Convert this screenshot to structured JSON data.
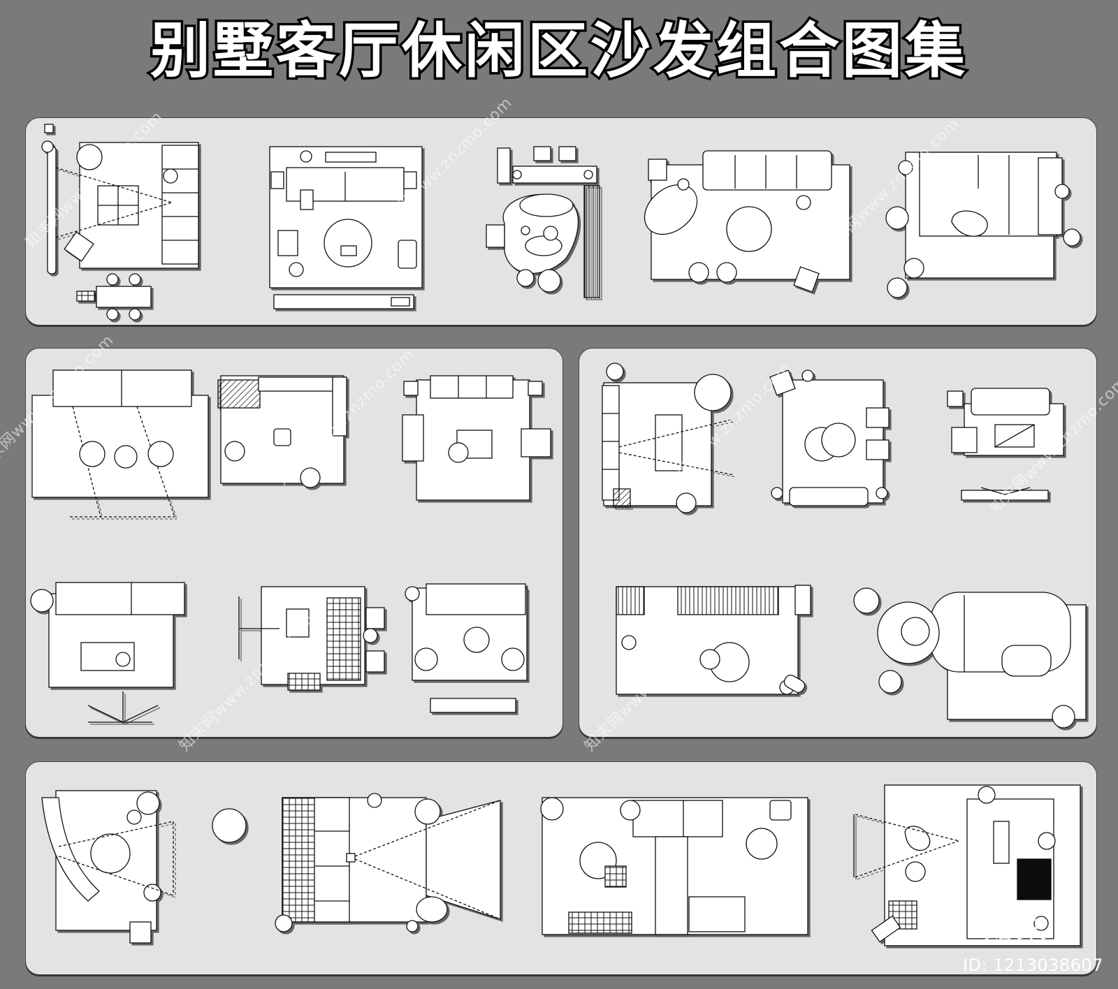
{
  "title": "别墅客厅休闲区沙发组合图集",
  "watermarks": [
    "知末网www.znzmo.com",
    "知末网www.znzmo.com",
    "知末网www.znzmo.com",
    "知末网www.znzmo.com",
    "知末网www.znzmo.com",
    "知末网www.znzmo.com",
    "知末网www.znzmo.com",
    "知末网www.znzmo.com",
    "知末网www.znzmo.com"
  ],
  "logo_mark": "知末",
  "image_id": "ID: 1213038607",
  "colors": {
    "background": "#7a7a7a",
    "panel": "#e3e3e3",
    "plan_fill": "#ffffff",
    "line": "#111111"
  }
}
